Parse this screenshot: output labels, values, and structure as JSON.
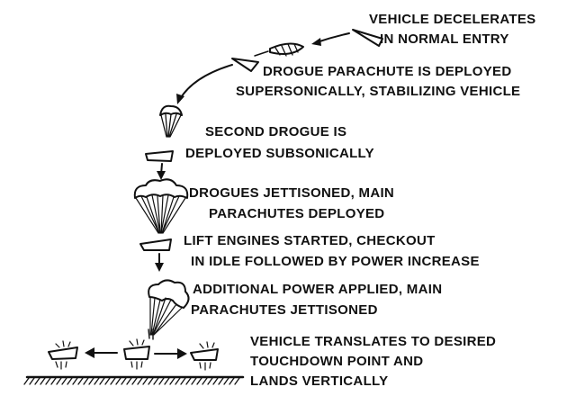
{
  "steps": [
    {
      "id": "entry",
      "line1": "VEHICLE DECELERATES",
      "line2": "IN NORMAL ENTRY"
    },
    {
      "id": "drogue",
      "line1": "DROGUE PARACHUTE IS DEPLOYED",
      "line2": "SUPERSONICALLY, STABILIZING VEHICLE"
    },
    {
      "id": "second-drogue",
      "line1": "SECOND DROGUE IS",
      "line2": "DEPLOYED SUBSONICALLY"
    },
    {
      "id": "main-deploy",
      "line1": "DROGUES JETTISONED, MAIN",
      "line2": "PARACHUTES DEPLOYED"
    },
    {
      "id": "engines",
      "line1": "LIFT ENGINES STARTED, CHECKOUT",
      "line2": "IN IDLE FOLLOWED BY POWER INCREASE"
    },
    {
      "id": "power",
      "line1": "ADDITIONAL POWER APPLIED, MAIN",
      "line2": "PARACHUTES JETTISONED"
    },
    {
      "id": "landing",
      "line1": "VEHICLE TRANSLATES TO DESIRED",
      "line2": "TOUCHDOWN POINT AND",
      "line3": "LANDS VERTICALLY"
    }
  ],
  "colors": {
    "ink": "#111111",
    "background": "#ffffff"
  }
}
